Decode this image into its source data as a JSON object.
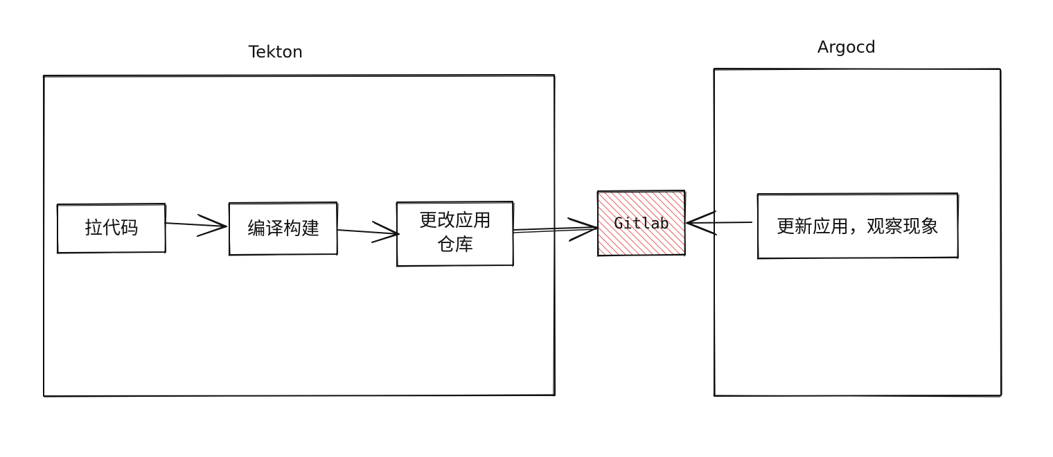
{
  "groups": {
    "tekton": {
      "title": "Tekton"
    },
    "argocd": {
      "title": "Argocd"
    }
  },
  "nodes": {
    "pull_code": {
      "label": "拉代码"
    },
    "compile_build": {
      "label": "编译构建"
    },
    "update_repo": {
      "line1": "更改应用",
      "line2": "仓库"
    },
    "gitlab": {
      "label": "Gitlab",
      "fill_color": "#e03131"
    },
    "argocd_update": {
      "label": "更新应用，观察现象"
    }
  },
  "colors": {
    "stroke": "#111111",
    "hatch": "#e03131",
    "background": "#ffffff"
  }
}
